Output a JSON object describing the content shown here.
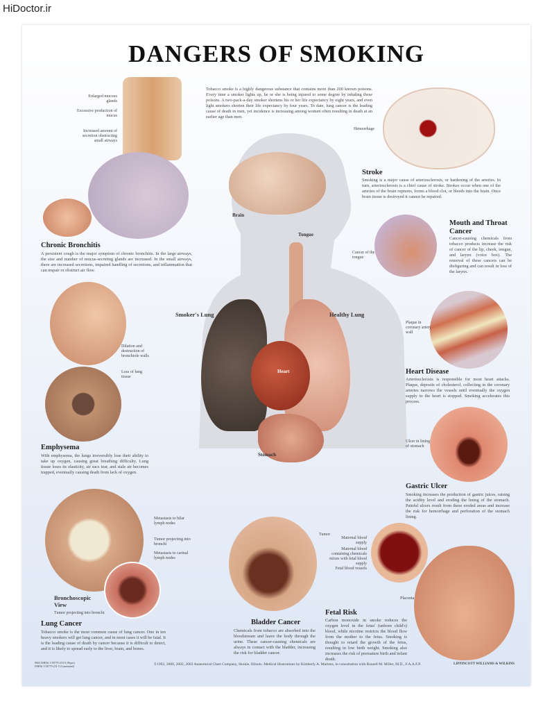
{
  "watermark": "HiDoctor.ir",
  "title": "DANGERS OF SMOKING",
  "intro": "Tobacco smoke is a highly dangerous substance that contains more than 200 known poisons. Every time a smoker lights up, he or she is being injured to some degree by inhaling these poisons. A two-pack-a-day smoker shortens his or her life expectancy by eight years, and even light smokers shorten their life expectancy by four years. To date, lung cancer is the leading cause of death in men, yet incidence is increasing among women often resulting in death at an earlier age than men.",
  "center": {
    "brain": "Brain",
    "tongue": "Tongue",
    "smokers_lung": "Smoker's Lung",
    "healthy_lung": "Healthy Lung",
    "heart": "Heart",
    "stomach": "Stomach"
  },
  "bronchitis": {
    "heading": "Chronic Bronchitis",
    "text": "A persistent cough is the major symptom of chronic bronchitis. In the large airways, the size and number of mucus-secreting glands are increased. In the small airways, there are increased secretions, impaired handling of secretions, and inflammation that can impair or obstruct air flow.",
    "labels": [
      "Enlarged mucous glands",
      "Excessive production of mucus",
      "Increased amount of secretion obstructing small airways"
    ]
  },
  "emphysema": {
    "heading": "Emphysema",
    "text": "With emphysema, the lungs irreversibly lose their ability to take up oxygen, causing great breathing difficulty. Lung tissue loses its elasticity, air sacs tear, and stale air becomes trapped, eventually causing death from lack of oxygen.",
    "labels": [
      "Dilation and destruction of bronchiole walls",
      "Loss of lung tissue"
    ]
  },
  "lung_cancer": {
    "heading": "Lung Cancer",
    "text": "Tobacco smoke is the most common cause of lung cancer. One in ten heavy smokers will get lung cancer, and in most cases it will be fatal. It is the leading cause of death by cancer because it is difficult to detect, and it is likely to spread early to the liver, brain, and bones.",
    "labels": [
      "Metastasis to hilar lymph nodes",
      "Tumor projecting into bronchi",
      "Metastasis to carinal lymph nodes"
    ],
    "bronchoscopic": "Bronchoscopic View",
    "bronchoscopic_caption": "Tumor projecting into bronchi"
  },
  "stroke": {
    "heading": "Stroke",
    "text": "Smoking is a major cause of arteriosclerosis, or hardening of the arteries. In turn, arteriosclerosis is a chief cause of stroke. Strokes occur when one of the arteries of the brain ruptures, forms a blood clot, or bleeds into the brain. Once brain tissue is destroyed it cannot be repaired.",
    "label": "Hemorrhage"
  },
  "mouth": {
    "heading": "Mouth and Throat Cancer",
    "text": "Cancer-causing chemicals from tobacco products increase the risk of cancer of the lip, cheek, tongue, and larynx (voice box). The removal of these cancers can be disfiguring and can result in loss of the larynx.",
    "label": "Cancer of the tongue"
  },
  "heart": {
    "heading": "Heart Disease",
    "text": "Arteriosclerosis is responsible for most heart attacks. Plaque, deposits of cholesterol, collecting in the coronary arteries narrows the vessels until eventually the oxygen supply to the heart is stopped. Smoking accelerates this process.",
    "label": "Plaque in coronary artery wall"
  },
  "gastric": {
    "heading": "Gastric Ulcer",
    "text": "Smoking increases the production of gastric juices, raising the acidity level and eroding the lining of the stomach. Painful ulcers result from these eroded areas and increase the risk for hemorrhage and perforation of the stomach lining.",
    "label": "Ulcer in lining of stomach"
  },
  "bladder": {
    "heading": "Bladder Cancer",
    "text": "Chemicals from tobacco are absorbed into the bloodstream and leave the body through the urine. These cancer-causing chemicals are always in contact with the bladder, increasing the risk for bladder cancer.",
    "label": "Tumor"
  },
  "fetal": {
    "heading": "Fetal Risk",
    "text": "Carbon monoxide in smoke reduces the oxygen level in the fetus' (unborn child's) blood, while nicotine restricts the blood flow from the mother to the fetus. Smoking is thought to retard the growth of the fetus, resulting in low birth weight. Smoking also increases the risk of premature birth and infant death.",
    "labels": [
      "Maternal blood supply",
      "Maternal blood containing chemicals mixes with fetal blood supply",
      "Fetal blood vessels",
      "Placenta"
    ]
  },
  "footer": {
    "isbn": "9665 ISBN# 1-58779-233-9 (Paper) ISBN# 1-58779-231-5 (Laminated)",
    "copyright": "©1992, 2000, 2002, 2003 Anatomical Chart Company, Skokie, Illinois. Medical illustrations by Kimberly A. Martens, in consultation with Russell M. Miller, M.D., F.A.A.F.P.",
    "publisher": "Lippincott Williams & Wilkins"
  }
}
